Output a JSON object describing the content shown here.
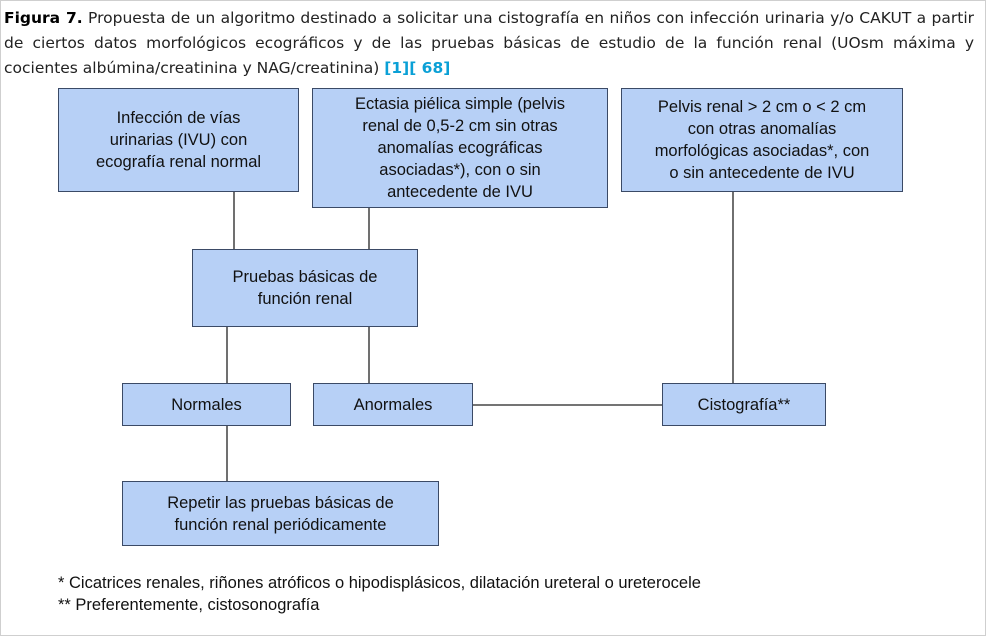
{
  "caption": {
    "figure_label": "Figura 7.",
    "text": " Propuesta de un algoritmo destinado a solicitar una cistografía en niños con infección urinaria y/o CAKUT a partir de ciertos datos morfológicos ecográficos y de las pruebas básicas de estudio de la función renal (UOsm máxima y cocientes albúmina/creatinina y NAG/creatinina) ",
    "ref1": "[1]",
    "ref2": "[ 68]"
  },
  "boxes": {
    "ivu_normal": "Infección de vías\nurinarias (IVU) con\necografía renal normal",
    "ectasia": "Ectasia piélica simple (pelvis\nrenal de 0,5-2 cm sin otras\nanomalías ecográficas\nasociadas*), con o sin\nantecedente de IVU",
    "pelvis": "Pelvis renal > 2 cm o < 2 cm\ncon otras anomalías\nmorfológicas asociadas*, con\no sin antecedente de IVU",
    "pruebas": "Pruebas básicas de\nfunción renal",
    "normales": "Normales",
    "anormales": "Anormales",
    "cistografia": "Cistografía**",
    "repetir": "Repetir las pruebas básicas de\nfunción renal periódicamente"
  },
  "footnotes": {
    "note1": "* Cicatrices renales, riñones atróficos o hipodisplásicos, dilatación ureteral o ureterocele",
    "note2": "** Preferentemente, cistosonografía"
  },
  "colors": {
    "box_fill": "#b7d0f6",
    "box_border": "#3b4a66",
    "connector": "#222222",
    "reference_link": "#0aa0d6"
  }
}
